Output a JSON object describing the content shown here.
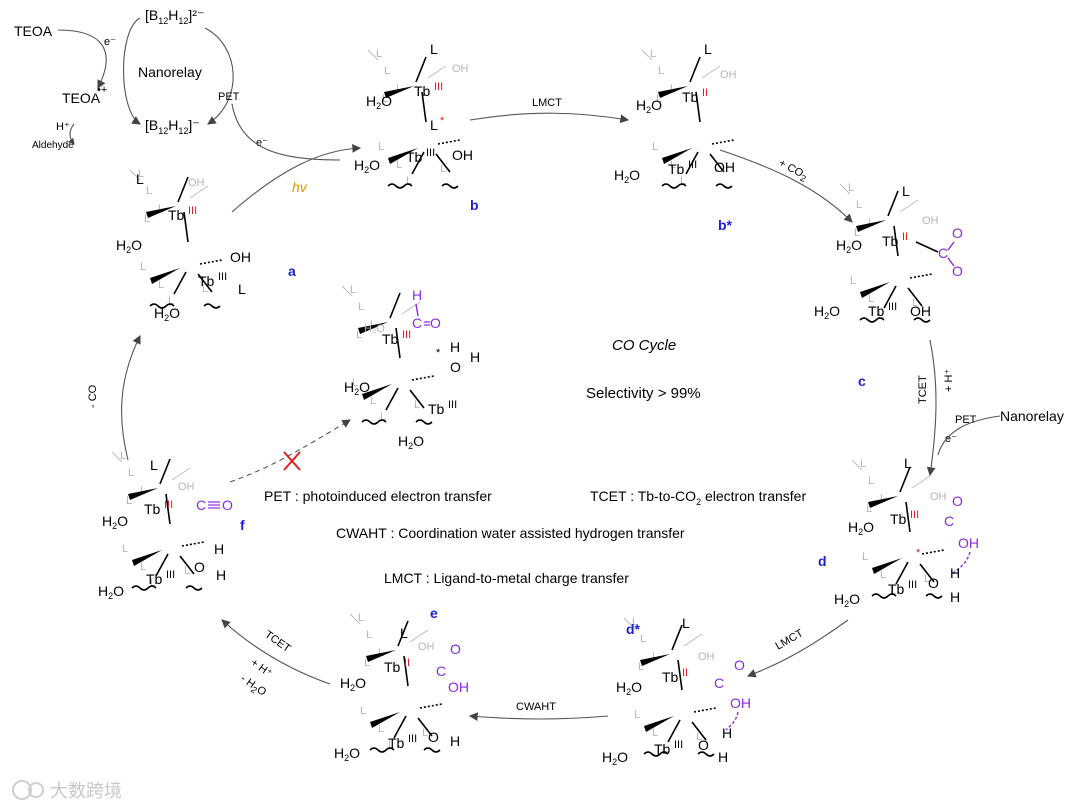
{
  "relay": {
    "teoa_top": "TEOA",
    "teoa_radical": "TEOA",
    "h_plus": "H⁺",
    "aldehyde": "Aldehyde",
    "e_minus": "e⁻",
    "b12_top": "[B",
    "b12_top_sub": "12",
    "b12_top_h": "H",
    "b12_top_sub2": "12",
    "b12_top_charge": "]²⁻",
    "nanorelay": "Nanorelay",
    "b12_bottom": "[B",
    "b12_bottom_sub": "12",
    "b12_bottom_h": "H",
    "b12_bottom_sub2": "12",
    "b12_bottom_charge": "]⁻",
    "pet": "PET",
    "e_minus2": "e⁻",
    "hv": "hv"
  },
  "steps": {
    "lmct_top": "LMCT",
    "co2": "+ CO",
    "co2_sub": "2",
    "tcet_right": "TCET",
    "h_right": "+ H⁺",
    "pet_right": "PET",
    "nanorelay_right": "Nanorelay",
    "e_right": "e⁻",
    "lmct_bottom": "LMCT",
    "cwaht": "CWAHT",
    "tcet_left": "TCET",
    "h_left": "+ H⁺",
    "h2o_left": "- H",
    "h2o_left_sub": "2",
    "h2o_left_o": "O",
    "co_left": "- CO"
  },
  "labels": {
    "a": "a",
    "b": "b",
    "b_star": "b*",
    "c": "c",
    "d": "d",
    "d_star": "d*",
    "e": "e",
    "f": "f"
  },
  "center": {
    "title": "CO Cycle",
    "selectivity": "Selectivity > 99%"
  },
  "legend": {
    "pet": "PET : photoinduced electron transfer",
    "tcet": "TCET : Tb-to-CO",
    "tcet_sub": "2",
    "tcet_rest": " electron transfer",
    "cwaht": "CWAHT : Coordination water assisted hydrogen transfer",
    "lmct": "LMCT : Ligand-to-metal charge transfer"
  },
  "chem": {
    "tb": "Tb",
    "ox3": "III",
    "ox2": "II",
    "L": "L",
    "oh2": "OH",
    "h2o": "H",
    "o": "O",
    "c": "C",
    "h": "H",
    "star": "*"
  },
  "watermark": "大数跨境",
  "colors": {
    "red": "#e01e1e",
    "purple": "#8a2be2",
    "blue": "#1f1fd1",
    "orange": "#e69500",
    "grey": "#b5b5b5"
  }
}
